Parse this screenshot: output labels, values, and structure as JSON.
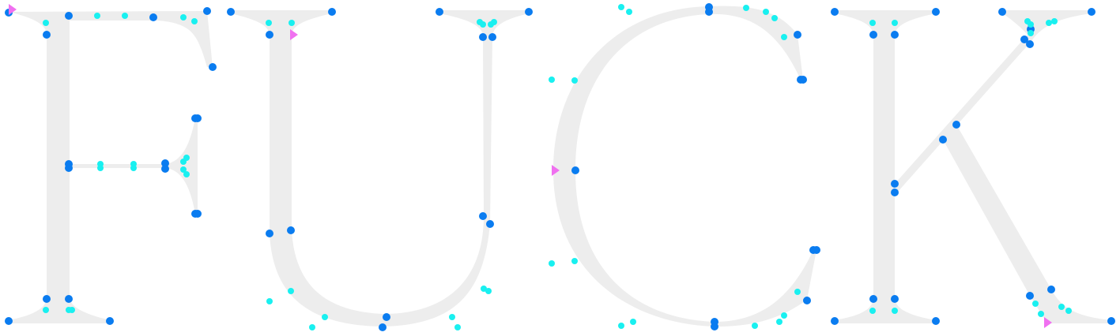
{
  "word": "FUCK",
  "colors": {
    "background": "#ffffff",
    "glyph_fill": "#ededed",
    "on_curve_point": "#0a7cf0",
    "off_curve_point": "#19f0f0",
    "start_point": "#f070f0"
  },
  "letters": [
    {
      "char": "F"
    },
    {
      "char": "U"
    },
    {
      "char": "C"
    },
    {
      "char": "K"
    }
  ]
}
